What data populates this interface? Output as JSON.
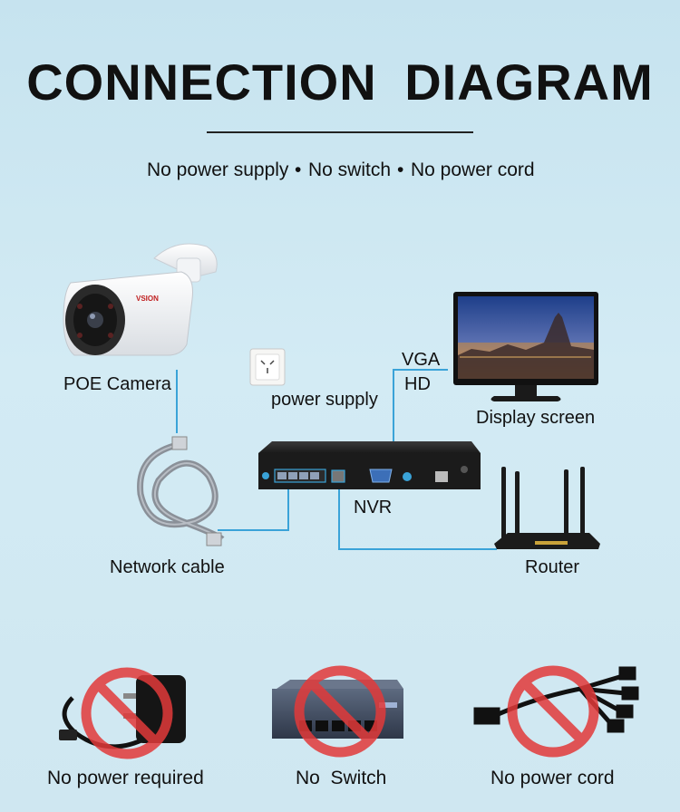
{
  "title": "CONNECTION  DIAGRAM",
  "subtitle": {
    "items": [
      "No power supply",
      "No switch",
      "No power cord"
    ],
    "separator": "•"
  },
  "labels": {
    "camera": "POE Camera",
    "power_supply": "power supply",
    "vga": "VGA",
    "hd": "HD",
    "display": "Display screen",
    "nvr": "NVR",
    "network_cable": "Network cable",
    "router": "Router"
  },
  "bottom": {
    "no_power_required": "No power required",
    "no_switch": "No  Switch",
    "no_power_cord": "No power cord"
  },
  "camera_brand": "VSION",
  "colors": {
    "background": "#cde6f0",
    "connector_line": "#3aa3d8",
    "prohibit_red": "#e23a3a",
    "device_black": "#1b1b1b"
  }
}
